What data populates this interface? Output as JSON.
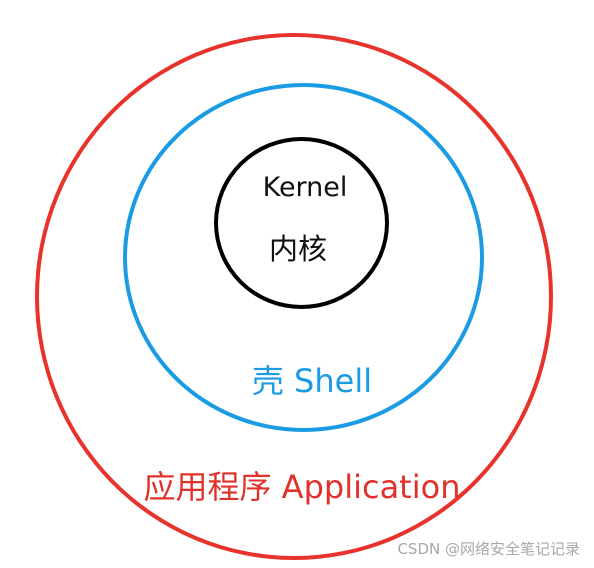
{
  "diagram": {
    "kernel": {
      "label_en": "Kernel",
      "label_zh": "内核",
      "color": "#000000"
    },
    "shell": {
      "label": "壳 Shell",
      "color": "#1a9be3"
    },
    "application": {
      "label": "应用程序 Application",
      "color": "#e8332c"
    }
  },
  "watermark": "CSDN @网络安全笔记记录"
}
